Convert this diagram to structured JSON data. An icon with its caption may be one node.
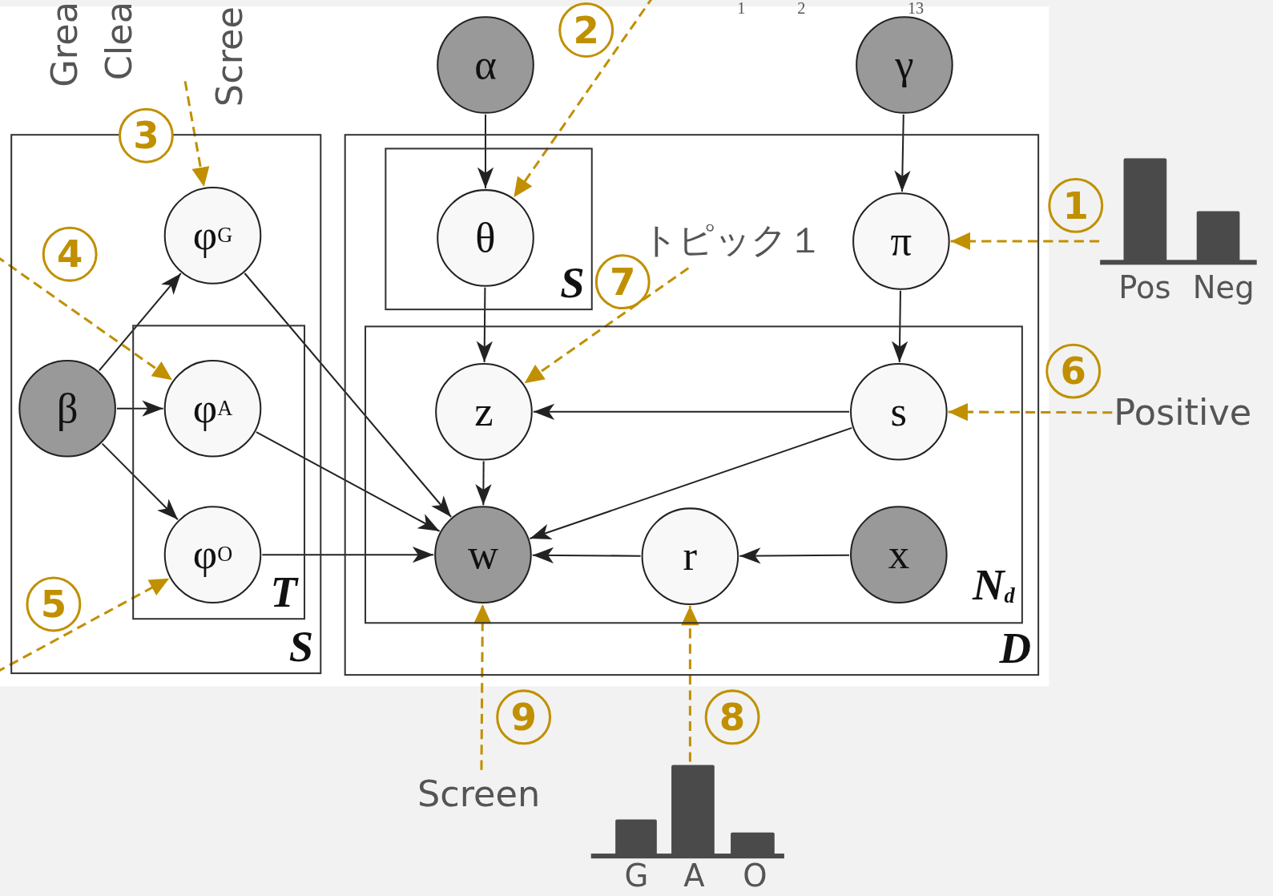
{
  "diagram": {
    "nodes": [
      {
        "text": [
          "S"
        ]
      },
      {
        "text": [
          "T"
        ],
        "in": 0
      },
      {
        "text": [
          "D"
        ]
      },
      {
        "text": [
          "S"
        ],
        "in": 2
      },
      {
        "text": [
          "N$_{d}$"
        ],
        "in": 2
      },
      {
        "text": [
          "α"
        ]
      },
      {
        "text": [
          "γ"
        ]
      },
      {
        "text": [
          "θ"
        ],
        "in": 3
      },
      {
        "text": [
          "π"
        ],
        "in": 2
      },
      {
        "text": [
          "φ$^{G}$"
        ],
        "in": 0
      },
      {
        "text": [
          "トピック１"
        ],
        "in": 2
      },
      {
        "text": [
          "Pos",
          "Neg"
        ]
      },
      {
        "text": [
          "β"
        ],
        "in": 0
      },
      {
        "text": [
          "φ$^{A}$"
        ],
        "in": 1
      },
      {
        "text": [
          "z"
        ],
        "in": 4
      },
      {
        "text": [
          "s"
        ],
        "in": 4
      },
      {
        "text": [
          "Positive"
        ]
      },
      {
        "text": [
          "φ$^{O}$"
        ],
        "in": 1
      },
      {
        "text": [
          "w"
        ],
        "in": 4
      },
      {
        "text": [
          "r"
        ],
        "in": 4
      },
      {
        "text": [
          "x"
        ],
        "in": 4
      },
      {
        "text": [
          "Screen"
        ]
      },
      {
        "text": [
          "G",
          "A",
          "O"
        ]
      }
    ],
    "edges": [
      {
        "from": 5,
        "to": 7,
        "arrow": "to"
      },
      {
        "from": 6,
        "to": 8,
        "arrow": "to"
      },
      {
        "from": 7,
        "to": 14,
        "arrow": "to"
      },
      {
        "from": 8,
        "to": 15,
        "arrow": "to"
      },
      {
        "from": 15,
        "to": 14,
        "arrow": "to"
      },
      {
        "from": 14,
        "to": 18,
        "arrow": "to"
      },
      {
        "from": 15,
        "to": 18,
        "arrow": "to"
      },
      {
        "from": 20,
        "to": 19,
        "arrow": "to"
      },
      {
        "from": 19,
        "to": 18,
        "arrow": "to"
      },
      {
        "from": 12,
        "to": 9,
        "arrow": "to"
      },
      {
        "from": 12,
        "to": 13,
        "arrow": "to"
      },
      {
        "from": 12,
        "to": 17,
        "arrow": "to"
      },
      {
        "from": 9,
        "to": 18,
        "arrow": "to"
      },
      {
        "from": 13,
        "to": 18,
        "arrow": "to"
      },
      {
        "from": 17,
        "to": 18,
        "arrow": "to"
      },
      {
        "from": 11,
        "to": 8,
        "arrow": "to",
        "style": "dashed",
        "color": "#c09000"
      },
      {
        "from": null,
        "to": 7,
        "arrow": "to",
        "style": "dashed",
        "color": "#c09000"
      },
      {
        "from": null,
        "to": 9,
        "arrow": "to",
        "style": "dashed",
        "color": "#c09000"
      },
      {
        "from": null,
        "to": 13,
        "arrow": "to",
        "style": "dashed",
        "color": "#c09000"
      },
      {
        "from": null,
        "to": 17,
        "arrow": "to",
        "style": "dashed",
        "color": "#c09000"
      },
      {
        "from": 10,
        "to": 14,
        "arrow": "to",
        "style": "dashed",
        "color": "#c09000"
      },
      {
        "from": 16,
        "to": 15,
        "arrow": "to",
        "style": "dashed",
        "color": "#c09000"
      },
      {
        "from": 22,
        "to": 19,
        "arrow": "to",
        "style": "dashed",
        "color": "#c09000"
      },
      {
        "from": 21,
        "to": 18,
        "arrow": "to",
        "style": "dashed",
        "color": "#c09000"
      }
    ],
    "labels": [
      "Grea",
      "Clea",
      "Scree",
      "1",
      "2",
      "13",
      "2",
      "3",
      "1",
      "4",
      "7",
      "6",
      "5",
      "9",
      "8"
    ]
  }
}
